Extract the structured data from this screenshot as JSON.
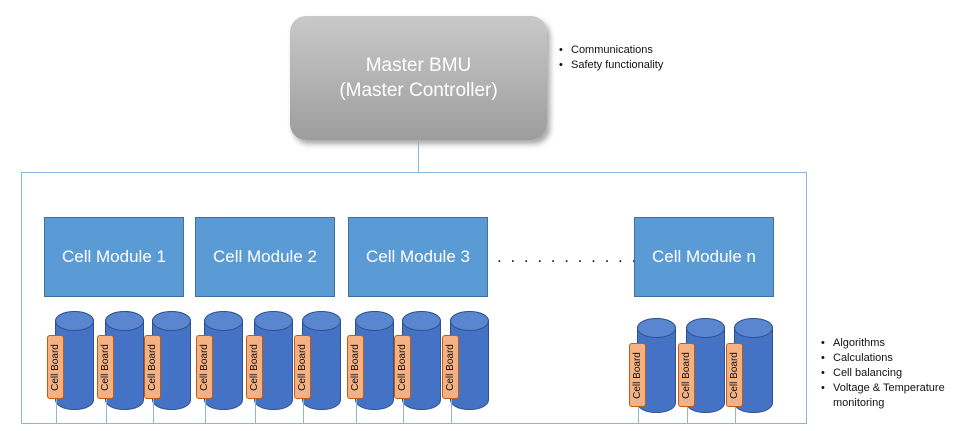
{
  "master": {
    "line1": "Master BMU",
    "line2": "(Master Controller)",
    "bullets": [
      "Communications",
      "Safety functionality"
    ]
  },
  "modules": [
    {
      "label": "Cell Module 1"
    },
    {
      "label": "Cell Module 2"
    },
    {
      "label": "Cell Module 3"
    },
    {
      "label": "Cell Module n"
    }
  ],
  "ellipsis": ". . . . . . . . . . . .",
  "cell_board_label": "Cell Board",
  "cell_bullets": [
    "Algorithms",
    "Calculations",
    "Cell balancing",
    "Voltage & Temperature monitoring"
  ],
  "colors": {
    "module_fill": "#5b9bd5",
    "cell_fill": "#4472c4",
    "cell_board_fill": "#f4b183",
    "master_fill": "#b0b0b0",
    "connector_line": "#8fb4dc"
  }
}
